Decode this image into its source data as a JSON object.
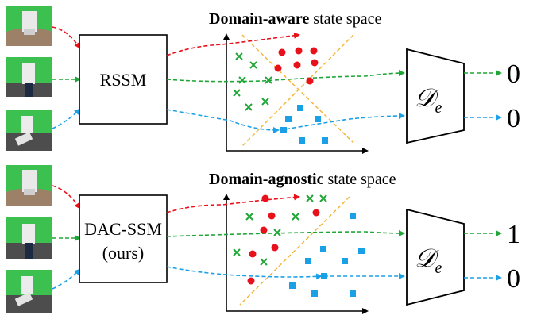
{
  "top_panel": {
    "title_bold": "Domain-aware",
    "title_rest": " state space",
    "model_label": "RSSM",
    "discriminator_symbol": "𝒟",
    "discriminator_subscript": "e",
    "outputs": [
      "0",
      "0"
    ]
  },
  "bottom_panel": {
    "title_bold": "Domain-agnostic",
    "title_rest": " state space",
    "model_label_line1": "DAC-SSM",
    "model_label_line2": "(ours)",
    "discriminator_symbol": "𝒟",
    "discriminator_subscript": "e",
    "outputs": [
      "1",
      "0"
    ]
  },
  "domain_colors": {
    "red": "#e8101a",
    "green": "#1fa637",
    "blue": "#1aa0e6",
    "divider": "#f3b333"
  },
  "thumbnail_colors": {
    "background": "#3cc04f",
    "floor_brown": "#9c8068",
    "floor_dark": "#4d4d4d"
  }
}
